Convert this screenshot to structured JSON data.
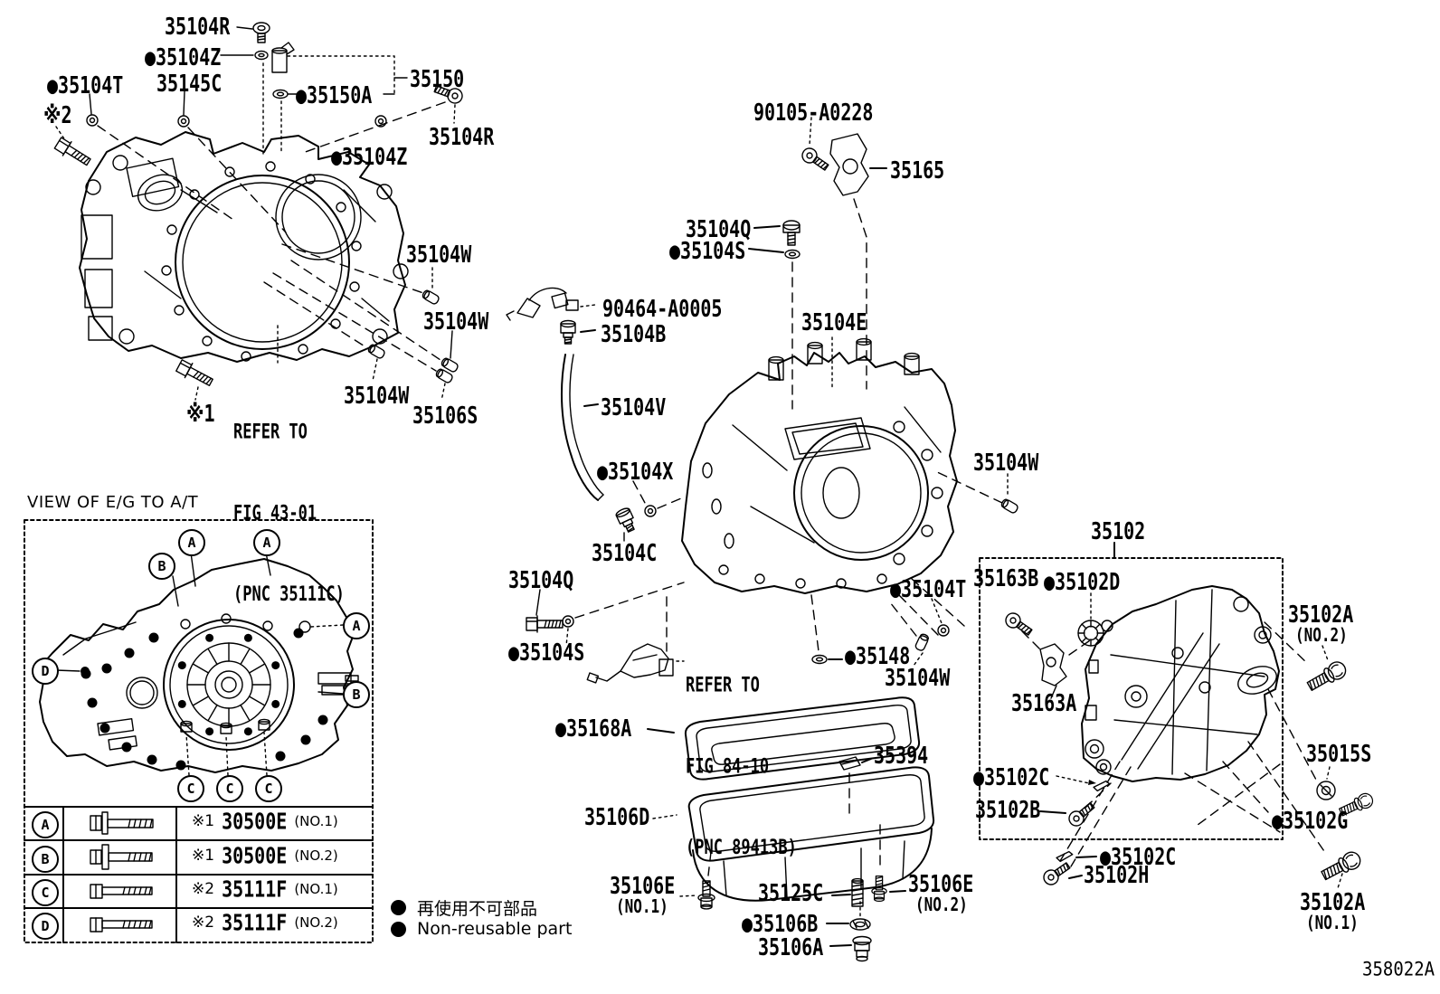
{
  "page": {
    "background": "#ffffff",
    "ink": "#000000",
    "drawing_number": "358022A"
  },
  "view": {
    "title": "VIEW OF E/G TO A/T"
  },
  "legend": {
    "marker_icon": "non-reusable-dot",
    "jp": "再使用不可部品",
    "en": "Non-reusable part"
  },
  "notes": {
    "fig4301": {
      "l1": "REFER TO",
      "l2": "FIG 43-01",
      "l3": "(PNC 35111C)"
    },
    "fig8410": {
      "l1": "REFER TO",
      "l2": "FIG 84-10",
      "l3": "(PNC 89413B)"
    }
  },
  "view_markers": {
    "a": "A",
    "b": "B",
    "c": "C",
    "d": "D"
  },
  "bolt_table": {
    "rows": [
      {
        "key": "A",
        "note": "※1",
        "part": "30500E",
        "no": "(NO.1)"
      },
      {
        "key": "B",
        "note": "※1",
        "part": "30500E",
        "no": "(NO.2)"
      },
      {
        "key": "C",
        "note": "※2",
        "part": "35111F",
        "no": "(NO.1)"
      },
      {
        "key": "D",
        "note": "※2",
        "part": "35111F",
        "no": "(NO.2)"
      }
    ]
  },
  "parts": {
    "p35104R_top": "35104R",
    "p35104Z_top": "●35104Z",
    "p35145C": "35145C",
    "p35104T_left": "●35104T",
    "star2": "※2",
    "p35150A": "●35150A",
    "p35150": "35150",
    "p35104R_right": "35104R",
    "p35104Z_mid": "●35104Z",
    "p35104W_a": "35104W",
    "p35104W_b": "35104W",
    "p35104W_c": "35104W",
    "p35106S": "35106S",
    "star1": "※1",
    "p90105": "90105-A0228",
    "p35165": "35165",
    "p35104Q_top": "35104Q",
    "p35104S_top": "●35104S",
    "p90464": "90464-A0005",
    "p35104B": "35104B",
    "p35104V": "35104V",
    "p35104E": "35104E",
    "p35104X": "●35104X",
    "p35104C": "35104C",
    "p35104Q_low": "35104Q",
    "p35104S_low": "●35104S",
    "p35148": "●35148",
    "p35104W_d": "35104W",
    "p35104T_right": "●35104T",
    "p35104W_e": "35104W",
    "p35102": "35102",
    "p35163B": "35163B",
    "p35102D": "●35102D",
    "p35163A": "35163A",
    "p35102C_in": "●35102C",
    "p35102B": "35102B",
    "p35102C_out": "●35102C",
    "p35102H": "35102H",
    "p35102A_no2": "35102A",
    "p35102A_no2_sub": "(NO.2)",
    "p35015S": "35015S",
    "p35102G": "●35102G",
    "p35102A_no1": "35102A",
    "p35102A_no1_sub": "(NO.1)",
    "p35168A": "●35168A",
    "p35394": "35394",
    "p35106D": "35106D",
    "p35106E_no1": "35106E",
    "p35106E_no1_sub": "(NO.1)",
    "p35125C": "35125C",
    "p35106E_no2": "35106E",
    "p35106E_no2_sub": "(NO.2)",
    "p35106B": "●35106B",
    "p35106A": "35106A"
  }
}
